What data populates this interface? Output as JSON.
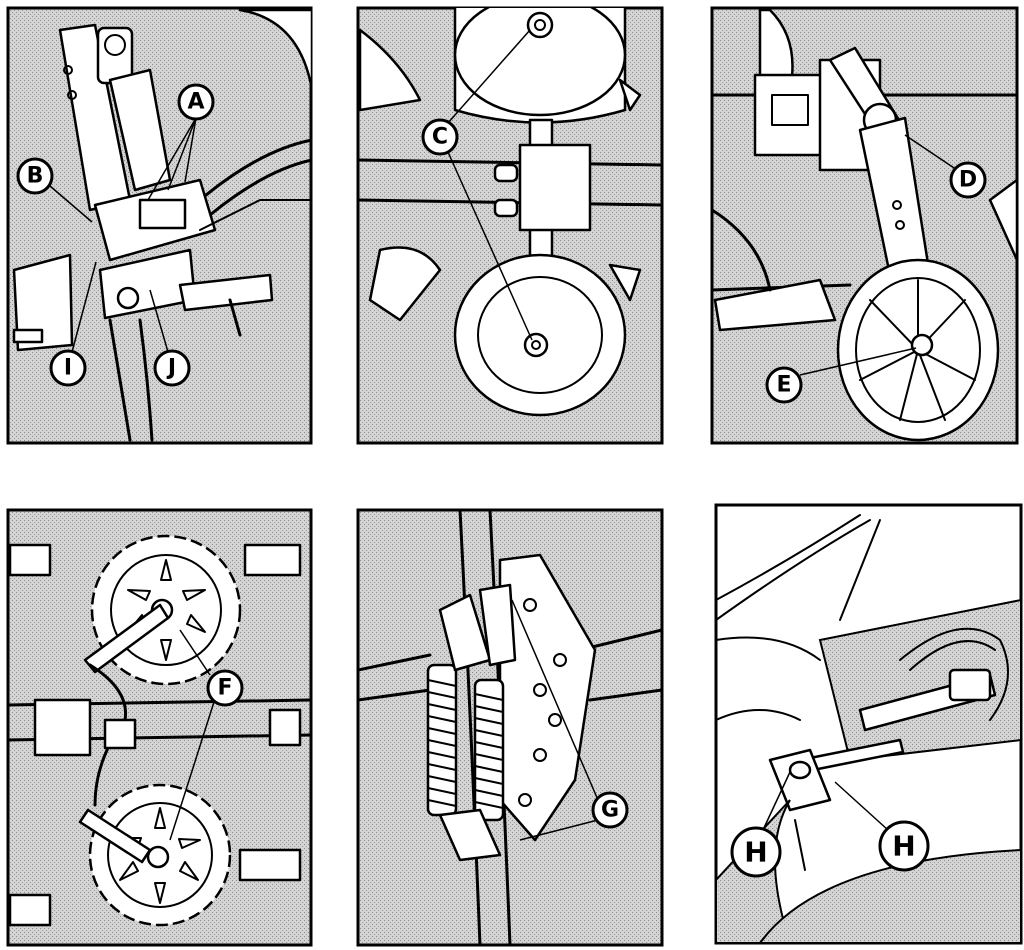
{
  "callouts": {
    "a": "A",
    "b": "B",
    "c": "C",
    "d": "D",
    "e": "E",
    "f": "F",
    "g": "G",
    "h1": "H",
    "h2": "H",
    "i": "I",
    "j": "J"
  },
  "colors": {
    "stipple_background": "#cfcfcf",
    "plain_background": "#ffffff",
    "line_art": "#000000"
  }
}
